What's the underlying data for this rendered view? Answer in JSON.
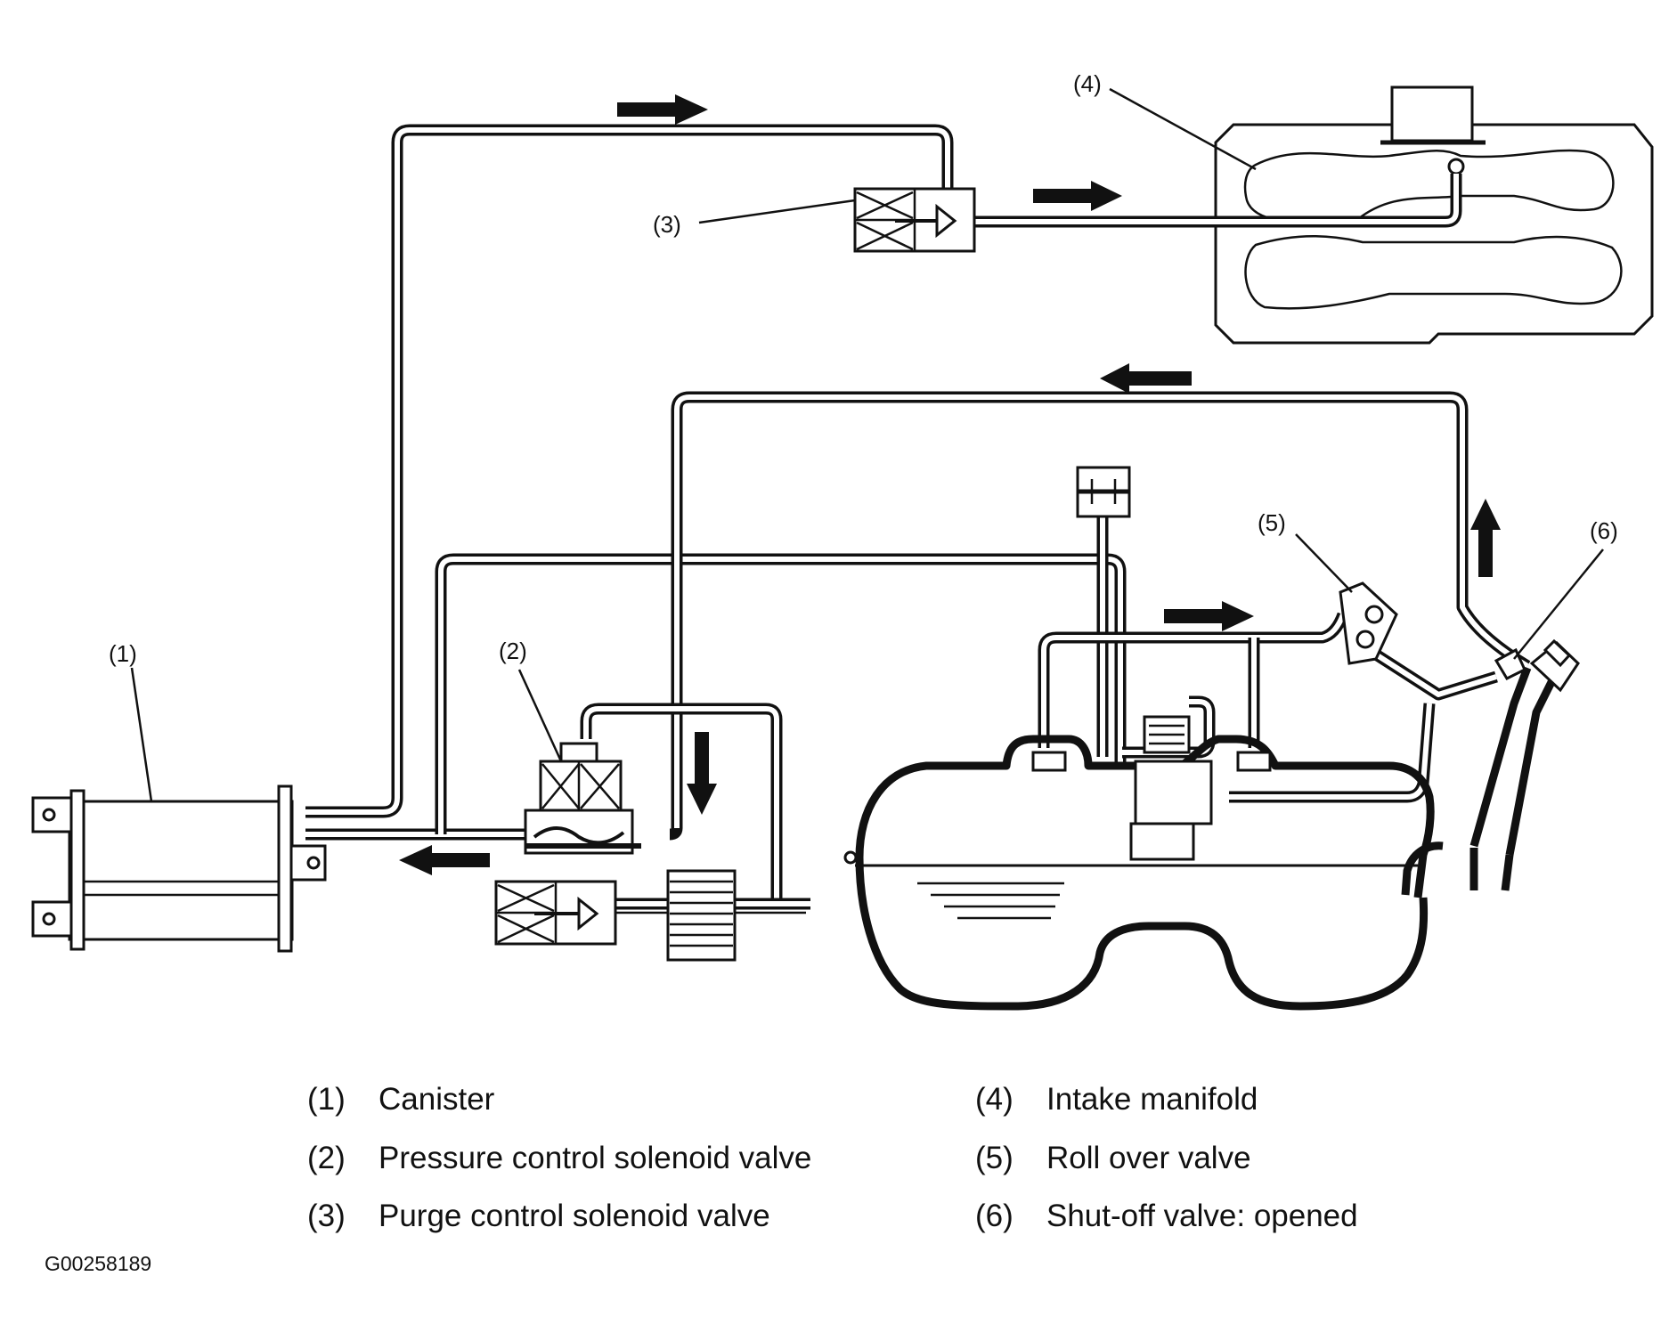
{
  "callouts": {
    "c1": "(1)",
    "c2": "(2)",
    "c3": "(3)",
    "c4": "(4)",
    "c5": "(5)",
    "c6": "(6)"
  },
  "legend": {
    "left": [
      {
        "num": "(1)",
        "label": "Canister"
      },
      {
        "num": "(2)",
        "label": "Pressure control solenoid valve"
      },
      {
        "num": "(3)",
        "label": "Purge control solenoid valve"
      }
    ],
    "right": [
      {
        "num": "(4)",
        "label": "Intake manifold"
      },
      {
        "num": "(5)",
        "label": "Roll over valve"
      },
      {
        "num": "(6)",
        "label": "Shut-off valve: opened"
      }
    ]
  },
  "figure_id": "G00258189"
}
